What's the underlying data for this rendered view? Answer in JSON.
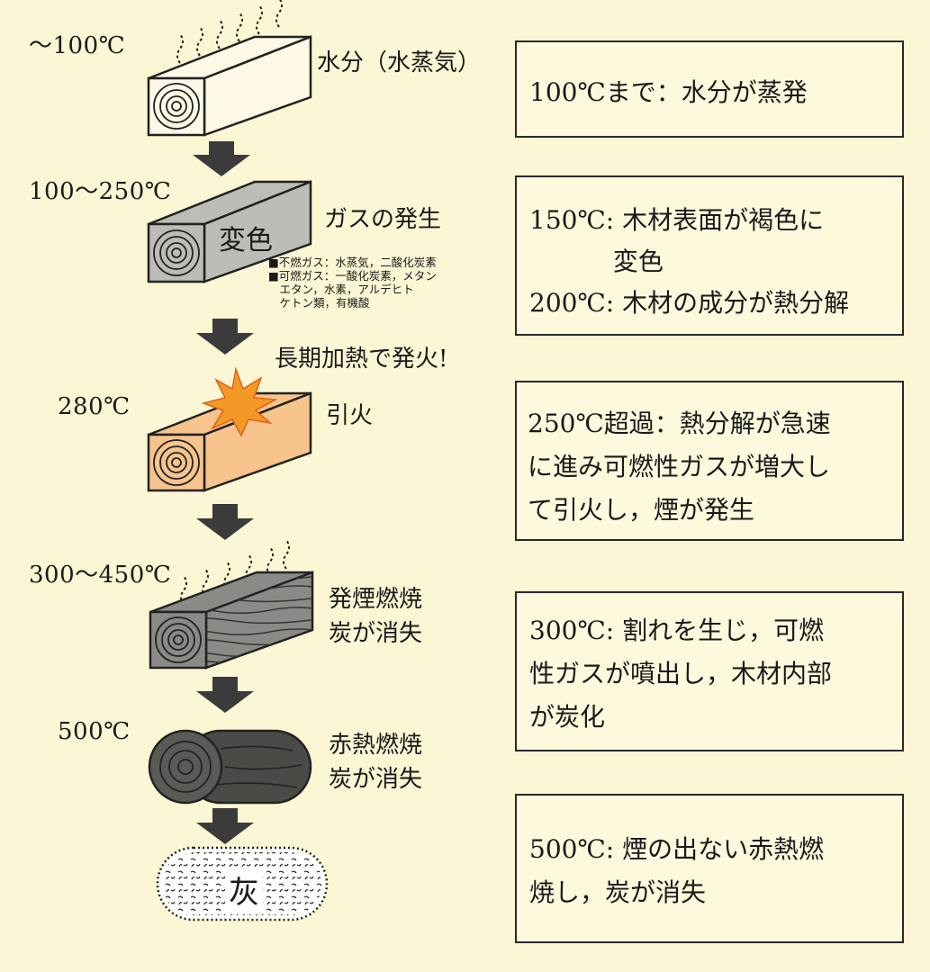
{
  "stages": [
    {
      "temp": "～100℃",
      "label": "水分（水蒸気）"
    },
    {
      "temp": "100～250℃",
      "label": "ガスの発生",
      "block_text": "変色"
    },
    {
      "temp": "280℃",
      "label": "引火"
    },
    {
      "temp": "300～450℃",
      "label_lines": [
        "発煙燃焼",
        "炭が消失"
      ]
    },
    {
      "temp": "500℃",
      "label_lines": [
        "赤熱燃焼",
        "炭が消失"
      ]
    },
    {
      "ash_text": "灰"
    }
  ],
  "gas_notes": [
    "■不燃ガス：水蒸気，二酸化炭素",
    "■可燃ガス：一酸化炭素，メタン",
    "　エタン，水素，アルデヒト",
    "　ケトン類，有機酸"
  ],
  "ignition_note": "長期加熱で発火!",
  "boxes": [
    {
      "lines": [
        "100℃まで：水分が蒸発"
      ]
    },
    {
      "lines": [
        "150℃: 木材表面が褐色に",
        "　　　 変色",
        "200℃: 木材の成分が熱分解"
      ]
    },
    {
      "lines": [
        "250℃超過：熱分解が急速",
        "に進み可燃性ガスが増大し",
        "て引火し，煙が発生"
      ]
    },
    {
      "lines": [
        "300℃: 割れを生じ，可燃",
        "性ガスが噴出し，木材内部",
        "が炭化"
      ]
    },
    {
      "lines": [
        "500℃: 煙の出ない赤熱燃",
        "焼し，炭が消失"
      ]
    }
  ],
  "colors": {
    "background": "#fbf6d3",
    "wood_plain": "#fdf9e6",
    "wood_discolored": "#bdbdb8",
    "wood_ignited": "#f7c48e",
    "wood_charred": "#8a8a86",
    "log_glowing": "#4a4a47",
    "flash": "#f39a26"
  }
}
